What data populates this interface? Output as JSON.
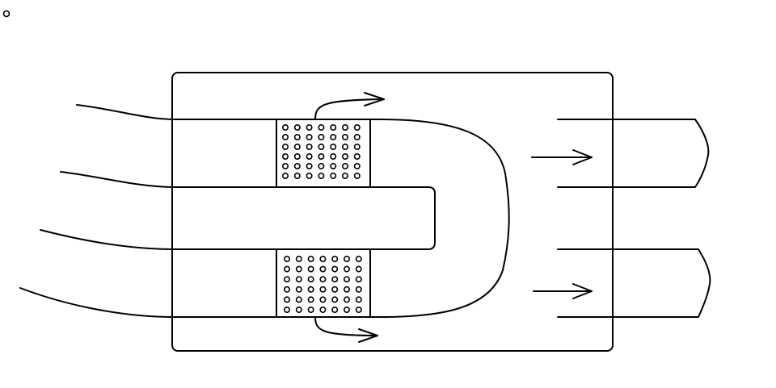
{
  "diagram": {
    "stroke_color": "#000000",
    "background_color": "#ffffff",
    "dot_grids": [
      {
        "name": "upper-perforated-block",
        "rows": 6,
        "cols": 7
      },
      {
        "name": "lower-perforated-block",
        "rows": 6,
        "cols": 7
      }
    ]
  }
}
